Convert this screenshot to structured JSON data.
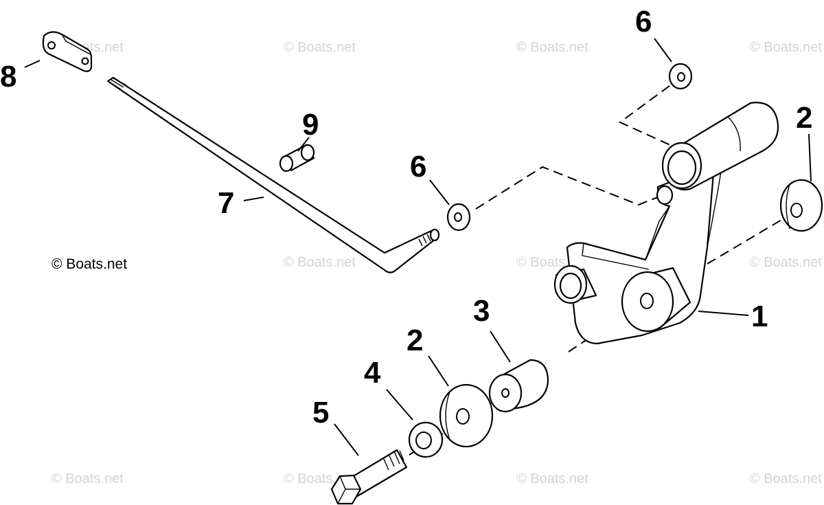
{
  "watermark": {
    "text": "© Boats.net"
  },
  "copyright": {
    "text": "© Boats.net"
  },
  "callouts": {
    "c1": "1",
    "c2_upper": "2",
    "c2_lower": "2",
    "c3": "3",
    "c4": "4",
    "c5": "5",
    "c6_upper": "6",
    "c6_middle": "6",
    "c7": "7",
    "c8": "8",
    "c9": "9"
  },
  "colors": {
    "line": "#000000",
    "watermark": "#d3d3d3",
    "background": "#ffffff"
  }
}
